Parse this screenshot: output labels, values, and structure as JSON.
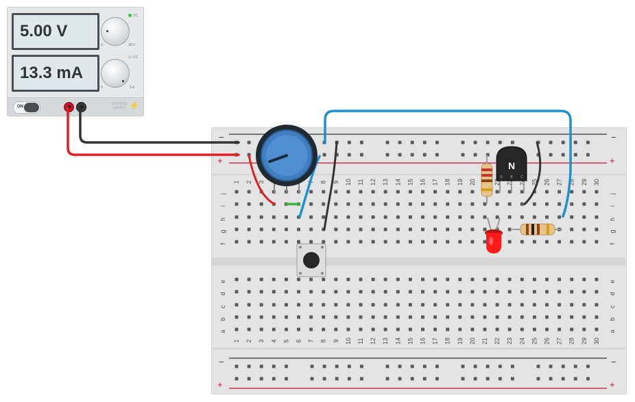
{
  "power_supply": {
    "voltage_reading": "5.00 V",
    "current_reading": "13.3 mA",
    "voltage_knob": {
      "min_label": "0",
      "max_label": "30 V"
    },
    "current_knob": {
      "min_label": "0",
      "max_label": "5 A"
    },
    "cv_label": "VC",
    "cc_label": "CC",
    "switch_label": "ON",
    "brand_label": "VOLTAGE SUPPLY",
    "cv_led_color": "#2ecc40",
    "cc_led_color": "#cccccc",
    "terminal_colors": {
      "positive": "#c8102e",
      "negative": "#3a3a3a"
    }
  },
  "breadboard": {
    "columns": [
      "1",
      "2",
      "3",
      "4",
      "5",
      "6",
      "7",
      "8",
      "9",
      "10",
      "11",
      "12",
      "13",
      "14",
      "15",
      "16",
      "17",
      "18",
      "19",
      "20",
      "21",
      "22",
      "23",
      "24",
      "25",
      "26",
      "27",
      "28",
      "29",
      "30"
    ],
    "top_rows": [
      "j",
      "i",
      "h",
      "g",
      "f"
    ],
    "bottom_rows": [
      "e",
      "d",
      "c",
      "b",
      "a"
    ],
    "rail_minus": "−",
    "rail_plus": "+",
    "rail_colors": {
      "negative": "#333333",
      "positive": "#c8102e"
    }
  },
  "components": {
    "transistor": {
      "label": "N",
      "pins": [
        "E",
        "B",
        "C"
      ]
    },
    "potentiometer": {
      "icon": "rotary-potentiometer-icon"
    },
    "pushbutton": {
      "icon": "pushbutton-icon"
    },
    "led": {
      "color": "#ff1a1a"
    },
    "resistors": [
      {
        "icon": "resistor-vertical"
      },
      {
        "icon": "resistor-horizontal"
      }
    ]
  },
  "wire_colors": {
    "red": "#e02020",
    "black": "#333333",
    "blue": "#1e90d0",
    "green": "#3cb43c"
  }
}
